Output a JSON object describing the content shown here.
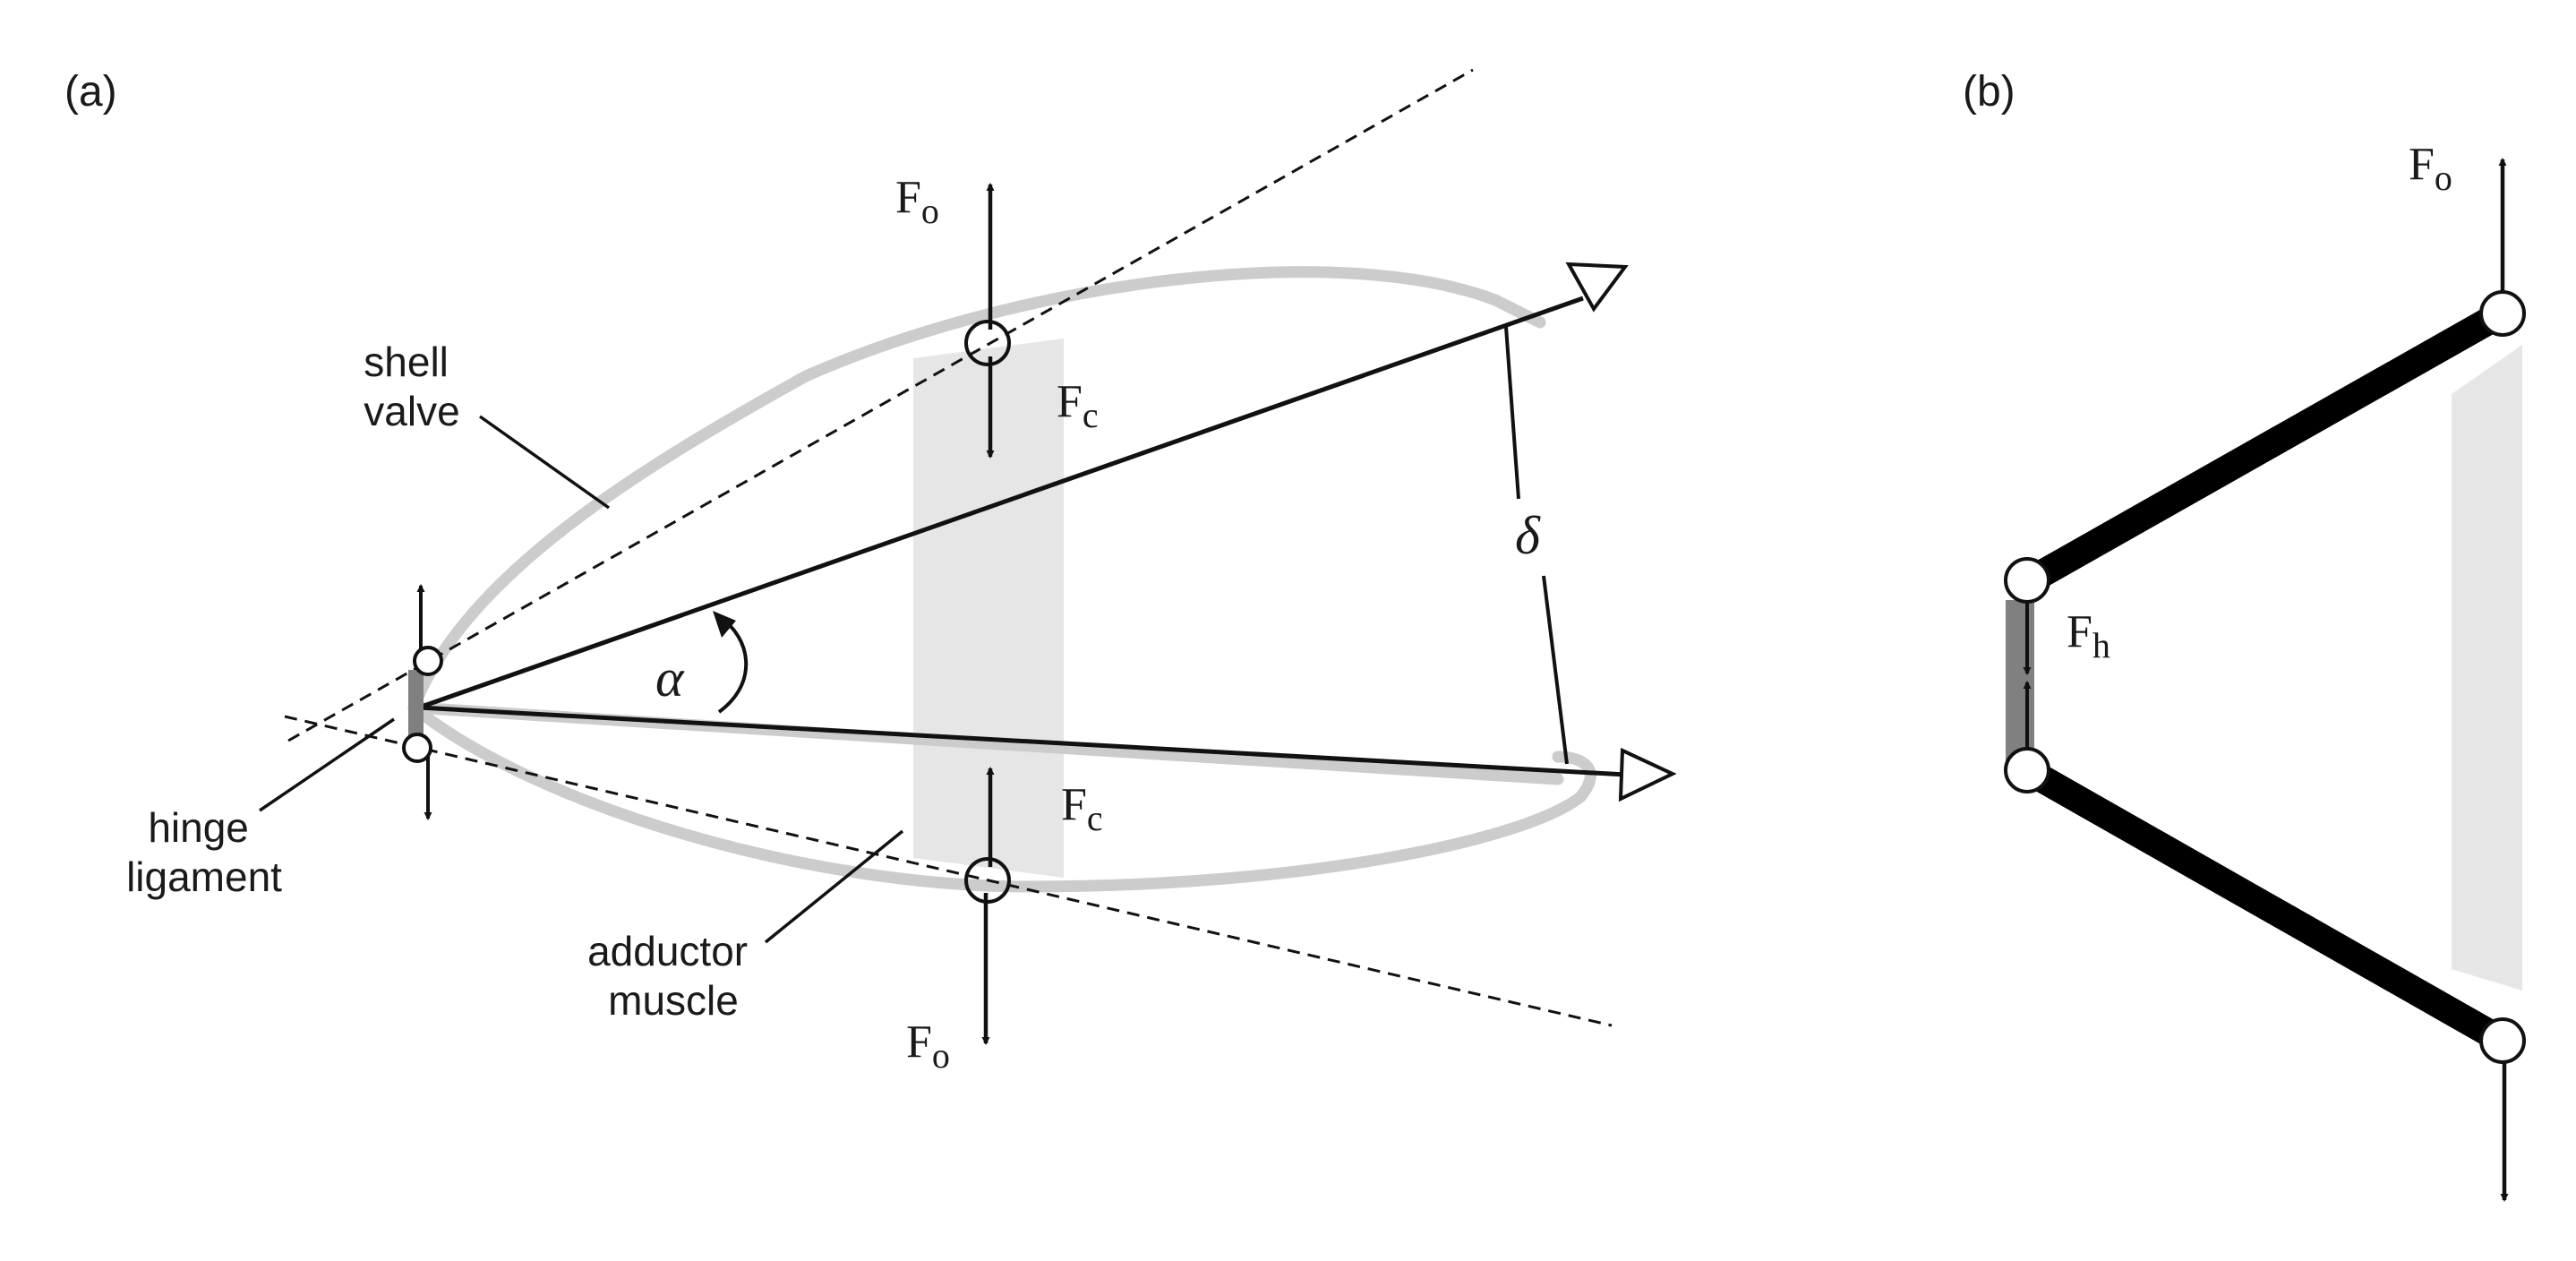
{
  "panels": {
    "a": {
      "label": "(a)",
      "callouts": {
        "shell_valve": [
          "shell",
          "valve"
        ],
        "hinge_ligament": [
          "hinge",
          "ligament"
        ],
        "adductor_muscle": [
          "adductor",
          "muscle"
        ]
      },
      "forces": {
        "opening_top": {
          "main": "F",
          "sub": "o"
        },
        "closing_top": {
          "main": "F",
          "sub": "c"
        },
        "closing_bottom": {
          "main": "F",
          "sub": "c"
        },
        "opening_bottom": {
          "main": "F",
          "sub": "o"
        }
      },
      "angle_symbol": "α",
      "gap_symbol": "δ"
    },
    "b": {
      "label": "(b)",
      "forces": {
        "opening": {
          "main": "F",
          "sub": "o"
        },
        "hinge": {
          "main": "F",
          "sub": "h"
        }
      }
    }
  },
  "colors": {
    "ink": "#111111",
    "shell_outline": "#cccccc",
    "muscle": "#e6e6e6",
    "hinge_ligament": "#808080"
  }
}
